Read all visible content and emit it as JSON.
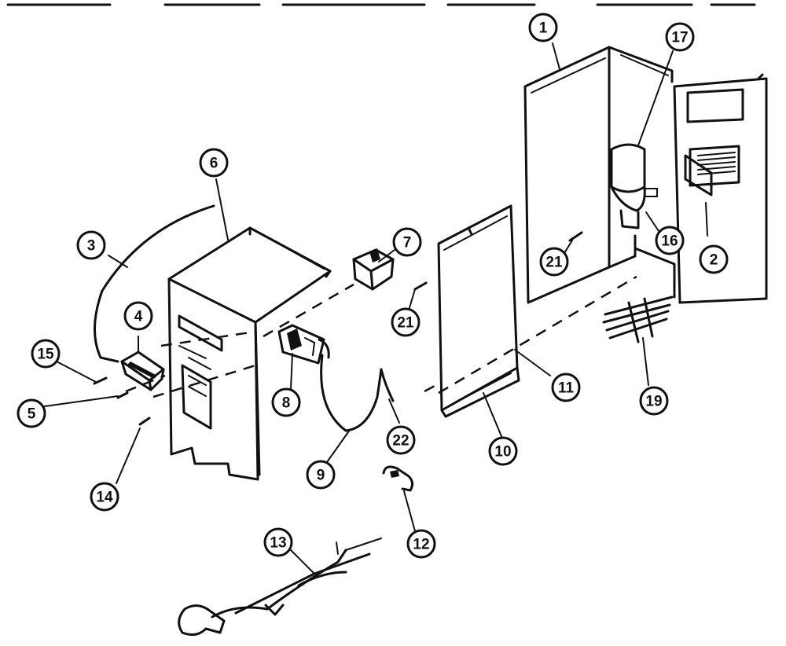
{
  "callouts": [
    {
      "id": "c1",
      "text": "1"
    },
    {
      "id": "c2",
      "text": "2"
    },
    {
      "id": "c3",
      "text": "3"
    },
    {
      "id": "c4",
      "text": "4"
    },
    {
      "id": "c5",
      "text": "5"
    },
    {
      "id": "c6",
      "text": "6"
    },
    {
      "id": "c7",
      "text": "7"
    },
    {
      "id": "c8",
      "text": "8"
    },
    {
      "id": "c9",
      "text": "9"
    },
    {
      "id": "c10",
      "text": "10"
    },
    {
      "id": "c11",
      "text": "11"
    },
    {
      "id": "c12",
      "text": "12"
    },
    {
      "id": "c13",
      "text": "13"
    },
    {
      "id": "c14",
      "text": "14"
    },
    {
      "id": "c15",
      "text": "15"
    },
    {
      "id": "c16",
      "text": "16"
    },
    {
      "id": "c17",
      "text": "17"
    },
    {
      "id": "c19",
      "text": "19"
    },
    {
      "id": "c21a",
      "text": "21"
    },
    {
      "id": "c21b",
      "text": "21"
    },
    {
      "id": "c22",
      "text": "22"
    }
  ]
}
